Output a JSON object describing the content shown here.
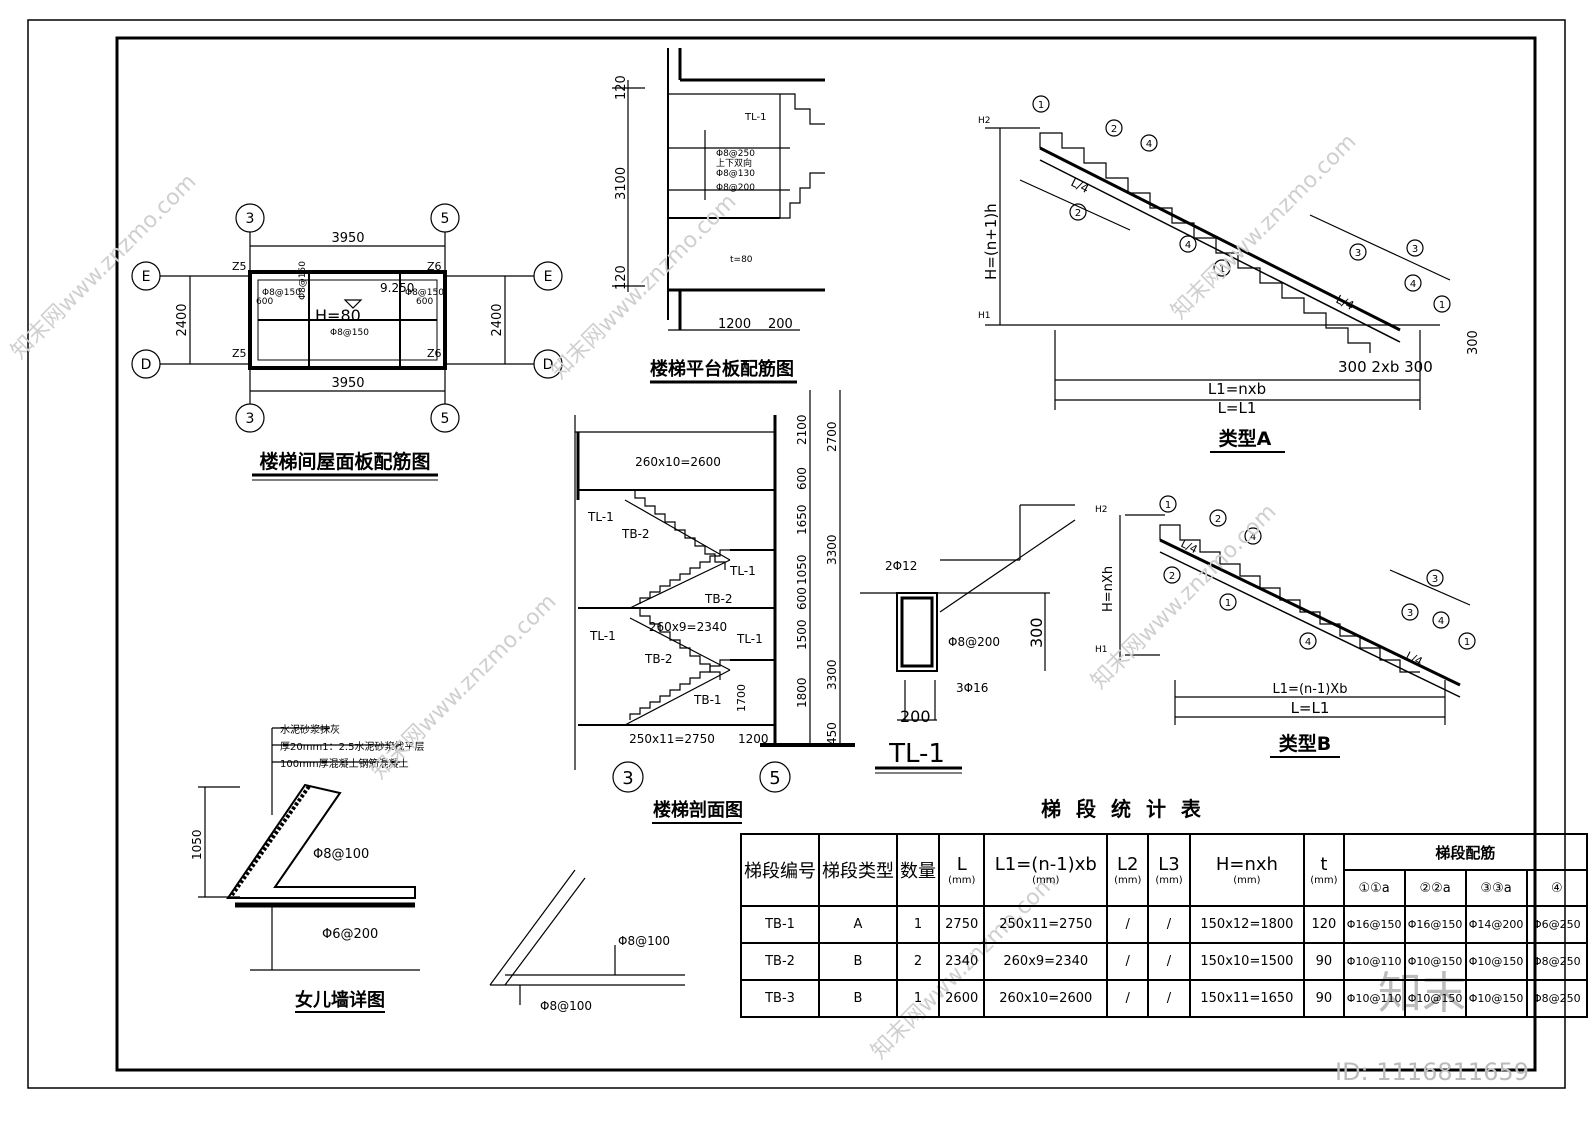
{
  "drawings": {
    "roof_plan": {
      "title": "楼梯间屋面板配筋图",
      "axes_top": [
        "3",
        "5"
      ],
      "axes_side": [
        "E",
        "D"
      ],
      "dim_width": "3950",
      "dim_height": "2400",
      "columns": [
        "Z5",
        "Z6",
        "Z5",
        "Z6"
      ],
      "elevation": "9.250",
      "slab_thickness": "H=80",
      "rebar_labels": [
        "Φ8@150",
        "Φ8@150",
        "Φ8@150",
        "Φ8@150"
      ],
      "lengths": [
        "600",
        "600"
      ]
    },
    "landing_section": {
      "title": "楼梯平台板配筋图",
      "dims_vertical": [
        "120",
        "3100",
        "120"
      ],
      "dims_horizontal": [
        "1200",
        "200"
      ],
      "beam": "TL-1",
      "rebar_labels": [
        "Φ8@250",
        "上下双向",
        "Φ8@130",
        "Φ8@200"
      ],
      "thickness": "t=80"
    },
    "type_a": {
      "title": "类型A",
      "h_label": "H=(n+1)h",
      "l1": "L1=nxb",
      "l": "L=L1",
      "bottom_dims": "300 2xb 300",
      "dim_300": "300",
      "h2": "H2",
      "h1": "H1",
      "quarter": "L/4",
      "markers": [
        "1",
        "2",
        "4",
        "2",
        "4",
        "1",
        "3",
        "3",
        "4",
        "1"
      ]
    },
    "stair_section": {
      "title": "楼梯剖面图",
      "axes": [
        "3",
        "5"
      ],
      "dims_top": "260x10=2600",
      "dims_mid": "260x9=2340",
      "dims_bot": "250x11=2750",
      "dims_bot_right": "1200",
      "right_dims_outer": [
        "2700",
        "3300",
        "3300",
        "450"
      ],
      "right_dims_inner": [
        "2100",
        "600",
        "1650",
        "1050",
        "600",
        "1500",
        "1800"
      ],
      "left_700": "1700",
      "labels": [
        "TL-1",
        "TB-2",
        "TL-1",
        "TB-2",
        "TL-1",
        "TL-1",
        "TB-2",
        "TB-1"
      ]
    },
    "tl1": {
      "title": "TL-1",
      "top_rebar": "2Φ12",
      "stirrup": "Φ8@200",
      "bottom_rebar": "3Φ16",
      "width": "200",
      "height": "300"
    },
    "type_b": {
      "title": "类型B",
      "h_label": "H=nXh",
      "l1": "L1=(n-1)Xb",
      "l": "L=L1",
      "h2": "H2",
      "h1": "H1",
      "quarter": "L/4",
      "markers": [
        "1",
        "2",
        "4",
        "2",
        "1",
        "4",
        "3",
        "4",
        "3",
        "1"
      ]
    },
    "parapet": {
      "title": "女儿墙详图",
      "notes": [
        "水泥砂浆抹灰",
        "厚20mm1：2.5水泥砂浆找平层",
        "100mm厚混凝土钢筋混凝土"
      ],
      "height": "1050",
      "rebar_1": "Φ8@100",
      "rebar_2": "Φ6@200"
    },
    "corner_detail": {
      "rebar_1": "Φ8@100",
      "rebar_2": "Φ8@100"
    }
  },
  "table": {
    "title": "梯 段 统 计 表",
    "headers": {
      "no": "梯段编号",
      "type": "梯段类型",
      "qty": "数量",
      "L": "L",
      "L1": "L1=(n-1)xb",
      "L2": "L2",
      "L3": "L3",
      "H": "H=nxh",
      "t": "t",
      "unit_mm": "(mm)",
      "rebar": "梯段配筋",
      "rebar_cols": [
        "①①a",
        "②②a",
        "③③a",
        "④"
      ]
    },
    "rows": [
      {
        "no": "TB-1",
        "type": "A",
        "qty": "1",
        "L": "2750",
        "L1": "250x11=2750",
        "L2": "/",
        "L3": "/",
        "H": "150x12=1800",
        "t": "120",
        "r1": "Φ16@150",
        "r2": "Φ16@150",
        "r3": "Φ14@200",
        "r4": "Φ6@250"
      },
      {
        "no": "TB-2",
        "type": "B",
        "qty": "2",
        "L": "2340",
        "L1": "260x9=2340",
        "L2": "/",
        "L3": "/",
        "H": "150x10=1500",
        "t": "90",
        "r1": "Φ10@110",
        "r2": "Φ10@150",
        "r3": "Φ10@150",
        "r4": "Φ8@250"
      },
      {
        "no": "TB-3",
        "type": "B",
        "qty": "1",
        "L": "2600",
        "L1": "260x10=2600",
        "L2": "/",
        "L3": "/",
        "H": "150x11=1650",
        "t": "90",
        "r1": "Φ10@110",
        "r2": "Φ10@150",
        "r3": "Φ10@150",
        "r4": "Φ8@250"
      }
    ]
  },
  "watermark": {
    "logo": "知末",
    "id": "ID: 1116811659",
    "text": "知末网www.znzmo.com"
  }
}
